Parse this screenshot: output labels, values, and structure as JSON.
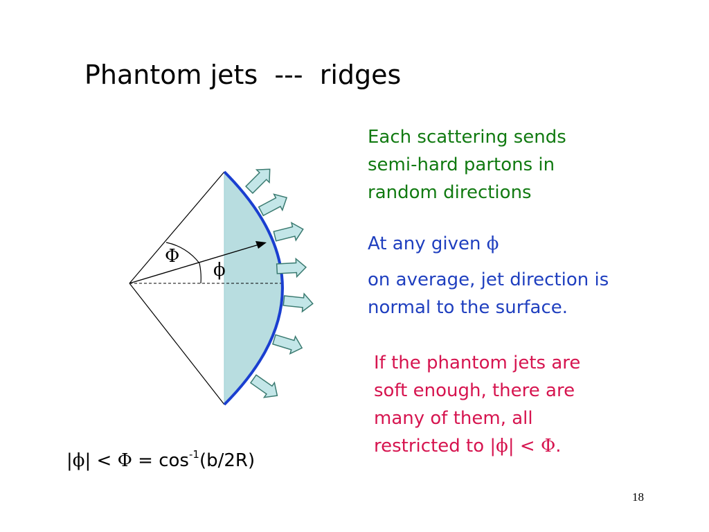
{
  "title": "Phantom jets  ---  ridges",
  "text_blocks": {
    "scattering": [
      "Each scattering sends",
      "semi-hard partons in",
      "random directions"
    ],
    "given_prefix": "At any given ",
    "given_symbol": "ϕ",
    "normal": [
      "on average, jet direction is",
      "normal to the surface."
    ],
    "soft": [
      "If the phantom jets are",
      "soft enough, there are",
      "many of them, all"
    ],
    "restricted_prefix": "restricted to |",
    "restricted_phi": "ϕ",
    "restricted_mid": "| < ",
    "restricted_Phi": "Φ",
    "restricted_end": "."
  },
  "formula": {
    "open": "|",
    "phi": "ϕ",
    "mid": "| < ",
    "Phi": "Φ",
    "eq": " = cos",
    "sup": "-1",
    "tail": "(b/2R)"
  },
  "diagram": {
    "angle_label_large": "Φ",
    "angle_label_small": "ϕ",
    "colors": {
      "region_fill": "#b8dde0",
      "arc": "#1a3fd0",
      "arrow_fill": "#c3e6e8",
      "arrow_stroke": "#3a7a70"
    }
  },
  "page_number": "18",
  "colors": {
    "green": "#117a11",
    "blue": "#1f3fbf",
    "red": "#d6144f"
  }
}
